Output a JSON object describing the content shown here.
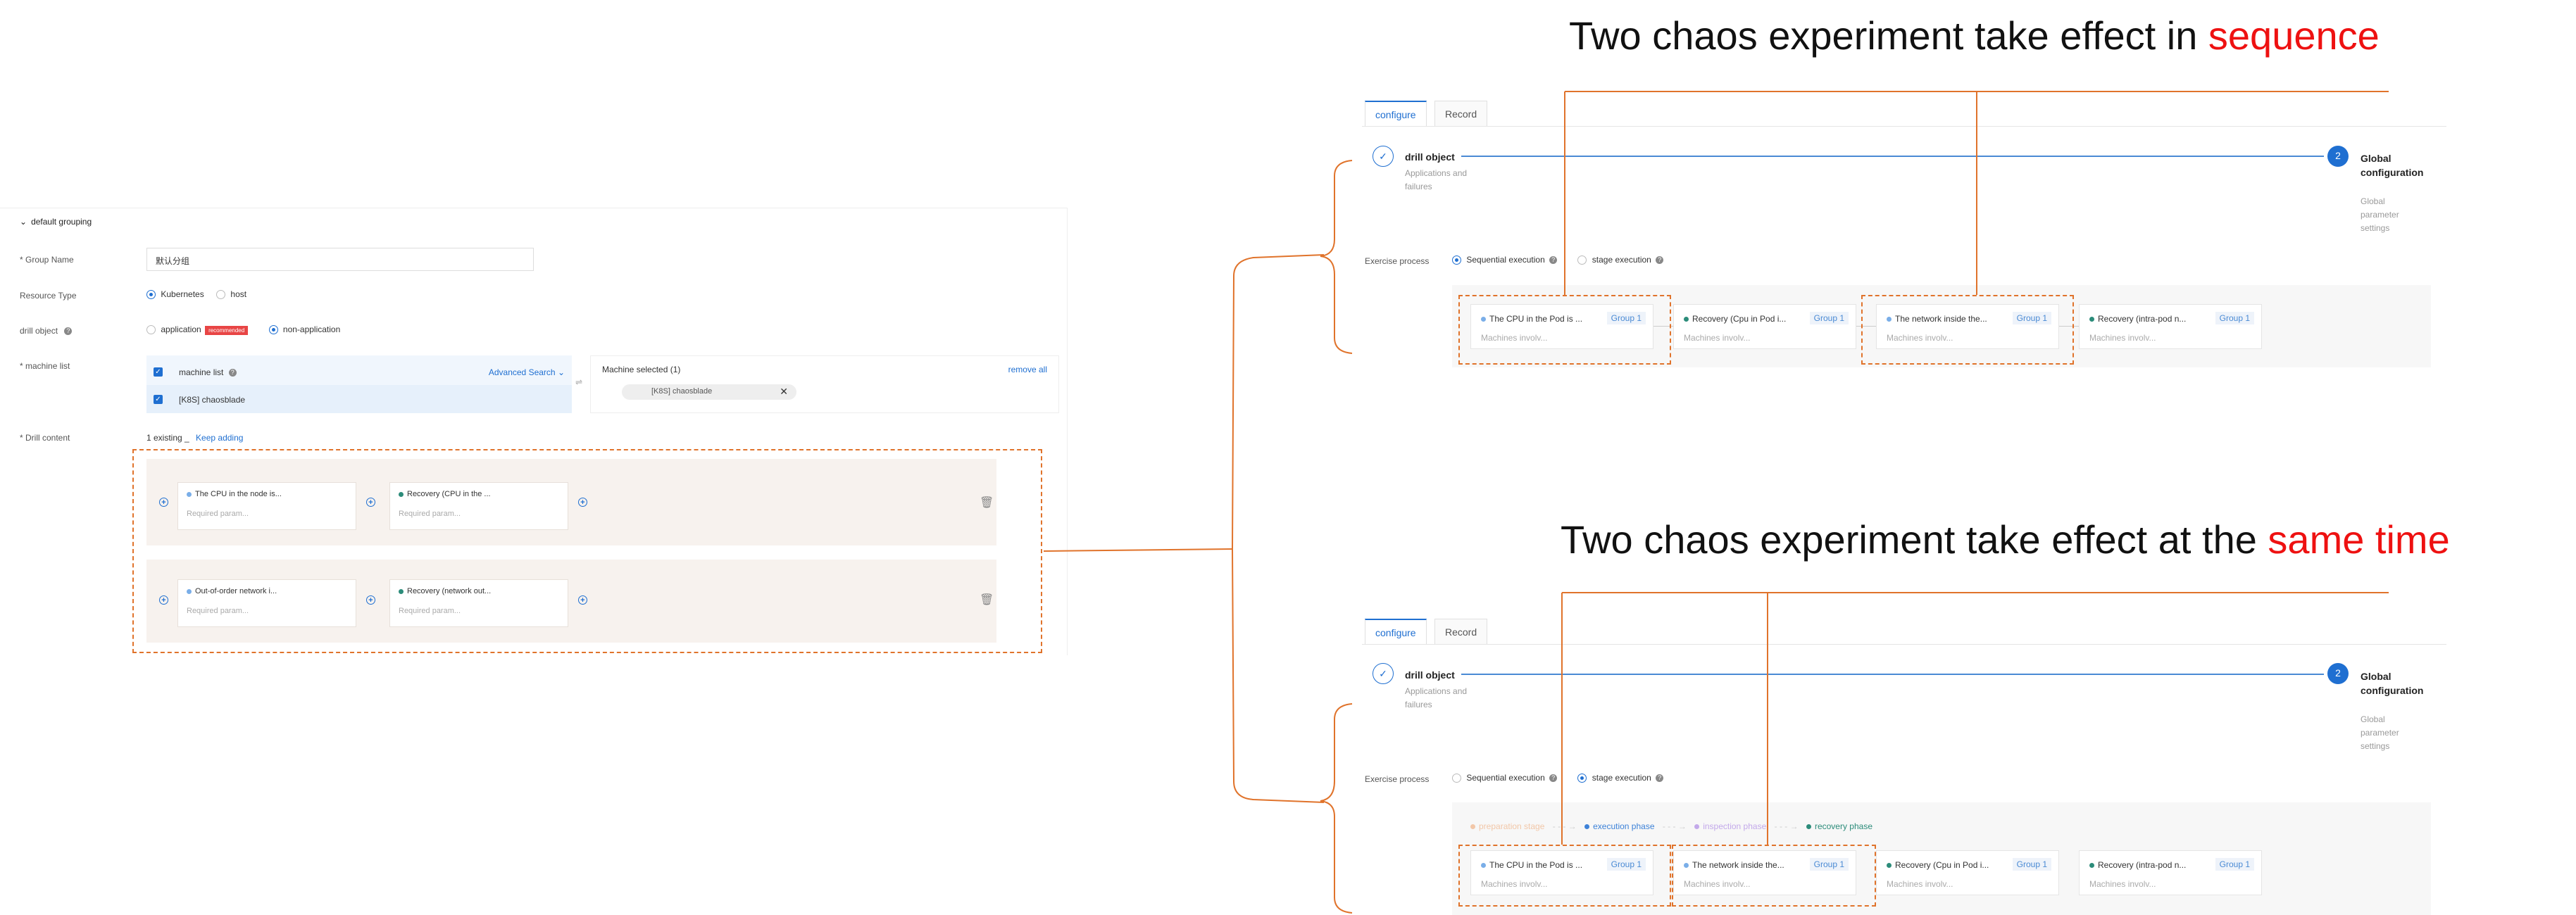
{
  "colors": {
    "accent": "#1f6fd1",
    "annotation": "#e0732b",
    "highlight": "#ee1111",
    "recommend": "#e84545"
  },
  "left": {
    "group_header": "default grouping",
    "group_name_label": "* Group Name",
    "group_name_value": "默认分组",
    "resource_type_label": "Resource Type",
    "resource_options": [
      "Kubernetes",
      "host"
    ],
    "drill_object_label": "drill object",
    "drill_options": [
      "application",
      "non-application"
    ],
    "recommend_badge": "recommended",
    "machine_list_label": "* machine list",
    "machine_list_header": "machine list",
    "advanced_search": "Advanced Search",
    "machine_item": "[K8S] chaosblade",
    "machine_selected": "Machine selected (1)",
    "remove_all": "remove all",
    "selected_tag": "[K8S] chaosblade",
    "drill_content_label": "* Drill content",
    "existing": "1 existing _",
    "keep_adding": "Keep adding",
    "rows": [
      {
        "n1": "The CPU in the node is...",
        "n2": "Recovery (CPU in the ...",
        "p": "Required param..."
      },
      {
        "n1": "Out-of-order network i...",
        "n2": "Recovery (network out...",
        "p": "Required param..."
      }
    ]
  },
  "top": {
    "title_prefix": "Two chaos experiment take effect in ",
    "title_highlight": "sequence",
    "tabs": [
      "configure",
      "Record"
    ],
    "step1_title": "drill object",
    "step1_desc": "Applications and failures",
    "step2_num": "2",
    "step2_title": "Global configuration",
    "step2_desc": "Global parameter settings",
    "exercise_label": "Exercise process",
    "options": [
      "Sequential execution",
      "stage execution"
    ],
    "nodes": [
      {
        "title": "The CPU in the Pod is ...",
        "group": "Group 1",
        "sub": "Machines involv..."
      },
      {
        "title": "Recovery (Cpu in Pod i...",
        "group": "Group 1",
        "sub": "Machines involv..."
      },
      {
        "title": "The network inside the...",
        "group": "Group 1",
        "sub": "Machines involv..."
      },
      {
        "title": "Recovery (intra-pod n...",
        "group": "Group 1",
        "sub": "Machines involv..."
      }
    ]
  },
  "bottom": {
    "title_prefix": "Two chaos experiment take effect at the ",
    "title_highlight": "same time",
    "tabs": [
      "configure",
      "Record"
    ],
    "step1_title": "drill object",
    "step1_desc": "Applications and failures",
    "step2_num": "2",
    "step2_title": "Global configuration",
    "step2_desc": "Global parameter settings",
    "exercise_label": "Exercise process",
    "options": [
      "Sequential execution",
      "stage execution"
    ],
    "phases": [
      "preparation stage",
      "execution phase",
      "inspection phase",
      "recovery phase"
    ],
    "nodes": [
      {
        "title": "The CPU in the Pod is ...",
        "group": "Group 1",
        "sub": "Machines involv..."
      },
      {
        "title": "The network inside the...",
        "group": "Group 1",
        "sub": "Machines involv..."
      },
      {
        "title": "Recovery (Cpu in Pod i...",
        "group": "Group 1",
        "sub": "Machines involv..."
      },
      {
        "title": "Recovery (intra-pod n...",
        "group": "Group 1",
        "sub": "Machines involv..."
      }
    ]
  }
}
